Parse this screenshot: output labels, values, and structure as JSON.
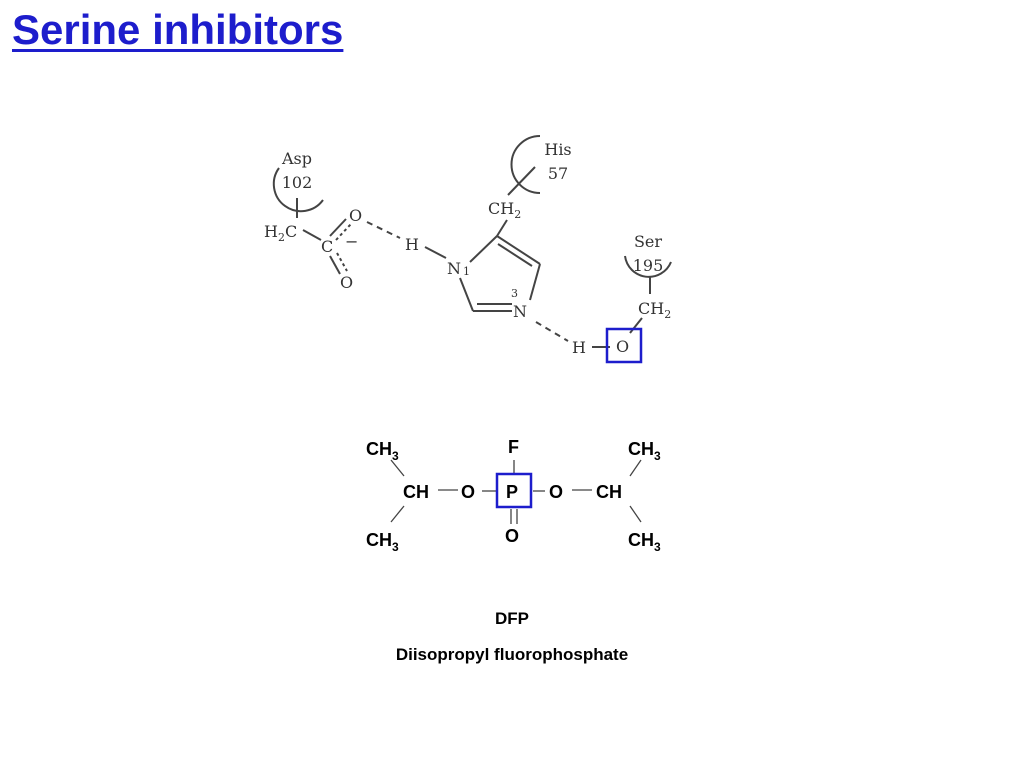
{
  "title": "Serine inhibitors",
  "colors": {
    "title": "#1d1dcc",
    "highlight_box": "#1d1dcc",
    "line": "#444444"
  },
  "triad": {
    "asp": {
      "name": "Asp",
      "number": "102"
    },
    "his": {
      "name": "His",
      "number": "57"
    },
    "ser": {
      "name": "Ser",
      "number": "195"
    },
    "asp_ch2": {
      "main": "H",
      "sub": "2",
      "rest": "C"
    },
    "carboxyl_c": "C",
    "minus": "−",
    "oxygen": "O",
    "hydrogen": "H",
    "his_ch2": {
      "main": "CH",
      "sub": "2"
    },
    "ser_ch2": {
      "main": "CH",
      "sub": "2"
    },
    "n1": {
      "main": "N",
      "num": "1"
    },
    "n3": {
      "main": "N",
      "num": "3"
    }
  },
  "dfp": {
    "methyl": {
      "main": "CH",
      "sub": "3"
    },
    "ch": "CH",
    "o": "O",
    "p": "P",
    "f": "F"
  },
  "captions": {
    "abbr": "DFP",
    "full": "Diisopropyl fluorophosphate"
  }
}
